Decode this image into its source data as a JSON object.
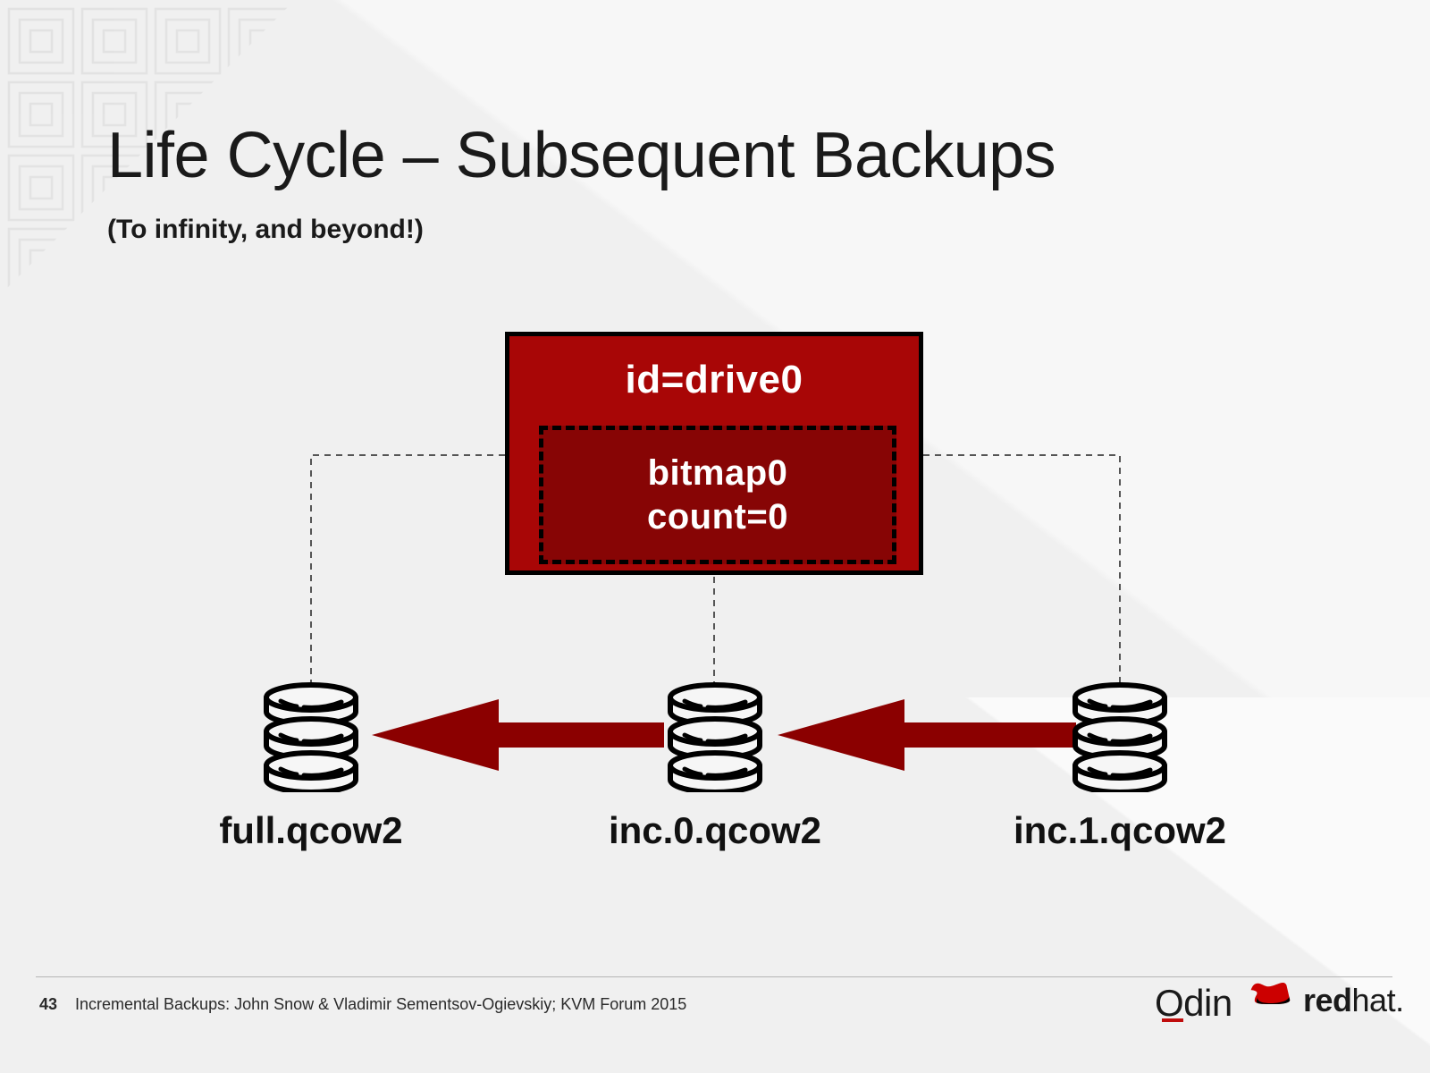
{
  "slide": {
    "title": "Life Cycle – Subsequent Backups",
    "subtitle": "(To infinity, and beyond!)"
  },
  "diagram": {
    "drive_node": {
      "id_label": "id=drive0",
      "bitmap_name": "bitmap0",
      "bitmap_count": "count=0",
      "box_color": "#a80606",
      "inner_color": "#870505",
      "border_color": "#000000"
    },
    "disks": [
      {
        "name": "full-disk",
        "label": "full.qcow2"
      },
      {
        "name": "inc0-disk",
        "label": "inc.0.qcow2"
      },
      {
        "name": "inc1-disk",
        "label": "inc.1.qcow2"
      }
    ],
    "arrows": [
      {
        "name": "arrow-inc0-to-full",
        "from": "inc.0.qcow2",
        "to": "full.qcow2",
        "color": "#8b0000"
      },
      {
        "name": "arrow-inc1-to-inc0",
        "from": "inc.1.qcow2",
        "to": "inc.0.qcow2",
        "color": "#8b0000"
      }
    ],
    "connectors": [
      {
        "name": "connector-drive-to-full",
        "style": "dashed"
      },
      {
        "name": "connector-drive-to-inc0",
        "style": "dashed"
      },
      {
        "name": "connector-drive-to-inc1",
        "style": "dashed"
      }
    ]
  },
  "footer": {
    "page_number": "43",
    "attribution": "Incremental Backups: John Snow & Vladimir Sementsov-Ogievskiy; KVM Forum 2015"
  },
  "logos": {
    "odin": "Odin",
    "redhat_bold": "red",
    "redhat_thin": "hat.",
    "redhat_color": "#cc0000"
  }
}
